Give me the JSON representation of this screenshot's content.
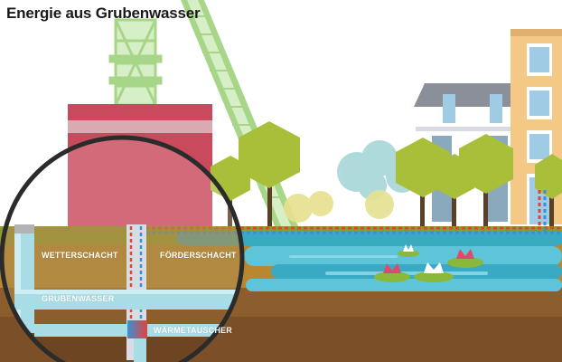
{
  "title": "Energie aus Grubenwasser",
  "labels": {
    "wetterschacht": "WETTERSCHACHT",
    "foerderschacht": "FÖRDERSCHACHT",
    "grubenwasser": "GRUBENWASSER",
    "waermetauscher": "WÄRMETAUSCHER"
  },
  "colors": {
    "warm_line": "#e0443c",
    "cold_line": "#3a8fd6",
    "pond": "#5ec4da",
    "ground": "#b8872f",
    "earth": "#7b4f28",
    "grass": "#8e9c2c",
    "pipe": "#a9dde6",
    "building_red": "#c84a5c",
    "apartment": "#f3c985",
    "headframe": "#9fd07d"
  },
  "icons": [
    "headframe-tower-icon",
    "conveyor-bridge-icon",
    "tree-icon",
    "water-lily-icon",
    "heat-exchanger-icon",
    "magnifier-circle-icon"
  ]
}
